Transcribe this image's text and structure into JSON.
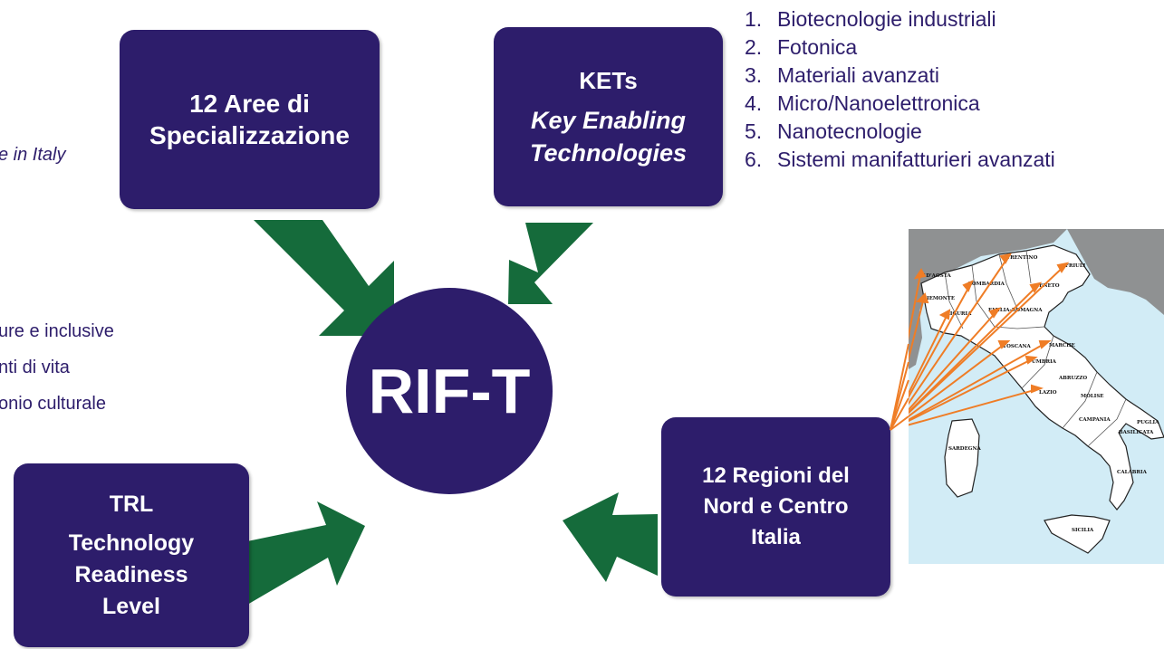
{
  "cut_texts": {
    "made_in_italy": "e in Italy",
    "line1": "ure e inclusive",
    "line2": "nti di vita",
    "line3": "onio culturale"
  },
  "boxes": {
    "aree": {
      "line1": "12 Aree di",
      "line2": "Specializzazione"
    },
    "kets": {
      "title": "KETs",
      "line1": "Key Enabling",
      "line2": "Technologies"
    },
    "trl": {
      "title": "TRL",
      "line1": "Technology",
      "line2": "Readiness",
      "line3": "Level"
    },
    "regioni": {
      "line1": "12 Regioni del",
      "line2": "Nord e Centro",
      "line3": "Italia"
    }
  },
  "center": {
    "label": "RIF-T"
  },
  "kets_list": [
    {
      "num": "1.",
      "label": "Biotecnologie industriali"
    },
    {
      "num": "2.",
      "label": "Fotonica"
    },
    {
      "num": "3.",
      "label": "Materiali avanzati"
    },
    {
      "num": "4.",
      "label": "Micro/Nanoelettronica"
    },
    {
      "num": "5.",
      "label": "Nanotecnologie"
    },
    {
      "num": "6.",
      "label": "Sistemi manifatturieri avanzati"
    }
  ],
  "map": {
    "regions": {
      "valle_daosta": "V.D'AOSTA",
      "piemonte": "PIEMONTE",
      "liguria": "LIGURIA",
      "lombardia": "LOMBARDIA",
      "trentino": "TRENTINO",
      "veneto": "VENETO",
      "friuli": "FRIULI",
      "emilia_romagna": "EMILIA-ROMAGNA",
      "toscana": "TOSCANA",
      "marche": "MARCHE",
      "umbria": "UMBRIA",
      "abruzzo": "ABRUZZO",
      "lazio": "LAZIO",
      "molise": "MOLISE",
      "campania": "CAMPANIA",
      "puglia": "PUGLIA",
      "basilicata": "BASILICATA",
      "calabria": "CALABRIA",
      "sardegna": "SARDEGNA",
      "sicilia": "SICILIA"
    }
  },
  "colors": {
    "box": "#2d1d6b",
    "arrow_green": "#156b3b",
    "map_arrow": "#ef7d26",
    "sea": "#d2ecf6",
    "land": "#ffffff",
    "outside": "#8f9192"
  }
}
